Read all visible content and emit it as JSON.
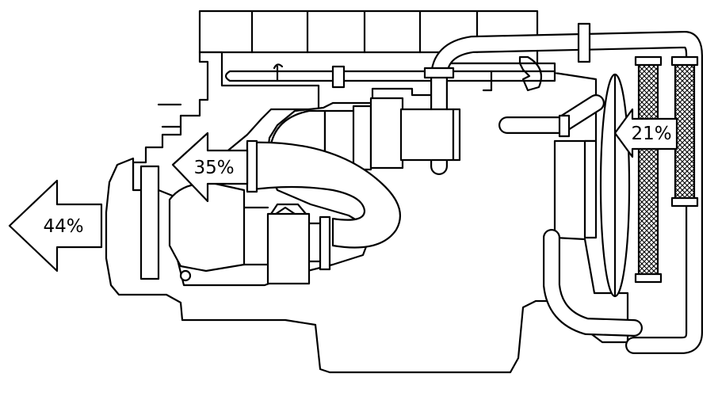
{
  "diagram": {
    "arrows": [
      {
        "id": "exhaust-heat",
        "label": "44%"
      },
      {
        "id": "engine-heat",
        "label": "35%"
      },
      {
        "id": "radiator-heat",
        "label": "21%"
      }
    ],
    "colors": {
      "line": "#000000",
      "background": "#ffffff"
    }
  }
}
